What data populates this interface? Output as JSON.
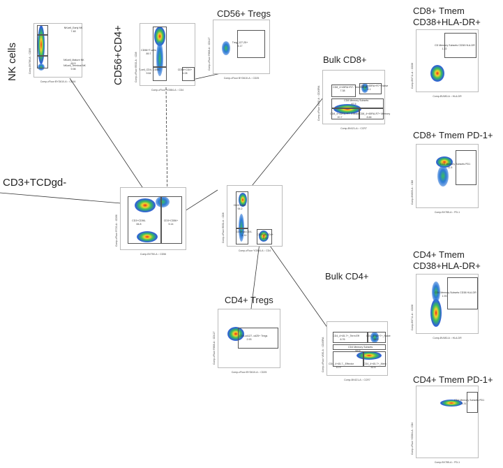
{
  "titles": {
    "nk": "NK cells",
    "cd56cd4": "CD56+CD4+",
    "tregs56": "CD56+ Tregs",
    "cd8": "Bulk CD8+",
    "cd3": "CD3+TCDgd-",
    "cd4tregs": "CD4+ Tregs",
    "cd4": "Bulk CD4+",
    "r1a": "CD8+ Tmem",
    "r1b": "CD38+HLA-DR+",
    "r2": "CD8+ Tmem PD-1+",
    "r3a": "CD4+ Tmem",
    "r3b": "CD38+HLA-DR+",
    "r4": "CD4+ Tmem PD-1+"
  },
  "panels": {
    "nk": {
      "ylabel": "Comp-BV786-A :: CD56",
      "xlabel": "Comp-cFluor BYG610-A :: CD16",
      "gates": [
        {
          "name": "NKcell_Early NK",
          "value": "7.48"
        },
        {
          "name": "NKcell_Mature NK",
          "value": "69.5"
        },
        {
          "name": "NKcell_Terminal NK",
          "value": "9.98"
        }
      ]
    },
    "cd56cd4": {
      "ylabel": "Comp-cFluor B532-A :: CD8",
      "xlabel": "Comp-cFluor YG584-A :: CD4",
      "gates": [
        {
          "name": "CD56+T-cells",
          "value": "89.7"
        },
        {
          "name": "T-cell_CD4- CD56-",
          "value": "9.64"
        },
        {
          "name": "CD56+CD4+",
          "value": "1.08"
        }
      ]
    },
    "tregs56": {
      "ylabel": "Comp-cFluor R668-A :: CD127",
      "xlabel": "Comp-cFluor BYG610-A :: CD25",
      "gates": [
        {
          "name": "Treg_127-25+",
          "value": "4.17"
        }
      ]
    },
    "cd8": {
      "ylabel": "Comp-cFluor V450-A :: CD45RA",
      "xlabel": "Comp-BV421-A :: CCR7",
      "gates": [
        {
          "name": "CD8_4+45RA+R7- Terminal eff",
          "value": "7.38"
        },
        {
          "name": "CD8_4+45RA+R7+ Naive",
          "value": "4.1"
        },
        {
          "name": "CD8 Memory Subsets",
          "value": "87.5"
        },
        {
          "name": "CD8_4+45RA-R7- Effector",
          "value": "20.7"
        },
        {
          "name": "CD8_4+45RA-R7+ Memory",
          "value": "8.66"
        }
      ]
    },
    "cd3": {
      "ylabel": "Comp-cFluor R720-A :: CD56",
      "xlabel": "Comp-BV750-A :: CD56",
      "gates": [
        {
          "name": "CD3+CD56-",
          "value": "84.8"
        },
        {
          "name": "CD3+CD56+",
          "value": "5.14"
        }
      ]
    },
    "main": {
      "ylabel": "Comp-cFluor B532-A :: CD8",
      "xlabel": "Comp-cFluor YG584-A :: CD4",
      "gates": [
        {
          "name": "CD3+CD8+",
          "value": "54.2"
        },
        {
          "name": "CD3+gd-CD4-",
          "value": "1.14"
        },
        {
          "name": "CD3+gd-CD4+",
          "value": "40.6"
        }
      ]
    },
    "cd4tregs": {
      "ylabel": "Comp-cFluor R668-A :: CD127",
      "xlabel": "Comp-cFluor BYG610-A :: CD25",
      "gates": [
        {
          "name": "CD4-cd127- cd25+ Tregs",
          "value": "2.93"
        }
      ]
    },
    "cd4": {
      "ylabel": "Comp-cFluor V450-A :: CD45RA",
      "xlabel": "Comp-BV421-A :: CCR7",
      "gates": [
        {
          "name": "CD4_4+45-7+_Term Eff",
          "value": "6.76"
        },
        {
          "name": "CD4_4+45+7+_Naive",
          "value": "26.9"
        },
        {
          "name": "CD4 Memory Subsets",
          "value": "63.5"
        },
        {
          "name": "CD4_4+45-7-_Effector",
          "value": "10.9"
        },
        {
          "name": "CD4_4+45-7+_Mem",
          "value": "52.6"
        }
      ]
    },
    "r1": {
      "ylabel": "Comp-BV711-A :: CD38",
      "xlabel": "Comp-BV480-A :: HLA-DR",
      "gates": [
        {
          "name": "CD Memory Subsets CD38 HLA-DR",
          "value": "1.22"
        }
      ]
    },
    "r2": {
      "ylabel": "Comp-BV605-A :: CD8",
      "xlabel": "Comp-BV785-A :: PD-1",
      "gates": [
        {
          "name": "CD8 Memory Subsets PD1",
          "value": "11.5"
        }
      ]
    },
    "r3": {
      "ylabel": "Comp-BV711-A :: CD38",
      "xlabel": "Comp-BV480-A :: HLA-DR",
      "gates": [
        {
          "name": "CD4 Memory Subsets CD38 HLA-DR",
          "value": "1.93"
        }
      ]
    },
    "r4": {
      "ylabel": "Comp-cFluor YG584-A :: CD4",
      "xlabel": "Comp-BV785-A :: PD-1",
      "gates": [
        {
          "name": "CD4 Memory Subsets PD1",
          "value": "4.31"
        }
      ]
    }
  }
}
